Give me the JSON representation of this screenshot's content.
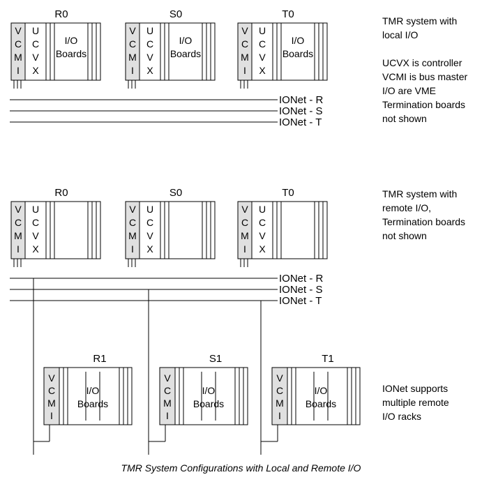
{
  "top_section": {
    "racks": [
      {
        "label": "R0",
        "boards": "I/O|Boards"
      },
      {
        "label": "S0",
        "boards": "I/O|Boards"
      },
      {
        "label": "T0",
        "boards": "I/O|Boards"
      }
    ],
    "notes": [
      [
        "TMR system with",
        "local I/O"
      ],
      [
        "UCVX is controller",
        "VCMI is bus master",
        "I/O are VME",
        "Termination boards",
        "not shown"
      ]
    ]
  },
  "middle_section": {
    "racks": [
      {
        "label": "R0",
        "boards": ""
      },
      {
        "label": "S0",
        "boards": ""
      },
      {
        "label": "T0",
        "boards": ""
      }
    ],
    "notes": [
      [
        "TMR system with",
        "remote I/O,",
        "Termination boards",
        "not shown"
      ]
    ]
  },
  "bottom_section": {
    "racks": [
      {
        "label": "R1",
        "boards": "I/O|Boards"
      },
      {
        "label": "S1",
        "boards": "I/O|Boards"
      },
      {
        "label": "T1",
        "boards": "I/O|Boards"
      }
    ],
    "notes": [
      [
        "IONet supports",
        "multiple remote",
        "I/O racks"
      ]
    ]
  },
  "modules": {
    "vcmi": "VCMI",
    "ucvx": "UCVX"
  },
  "ionet": [
    "IONet - R",
    "IONet - S",
    "IONet - T"
  ],
  "caption": "TMR System Configurations with Local and Remote I/O",
  "colors": {
    "vcmi_fill": "#e0e0e0",
    "line": "#000000"
  }
}
